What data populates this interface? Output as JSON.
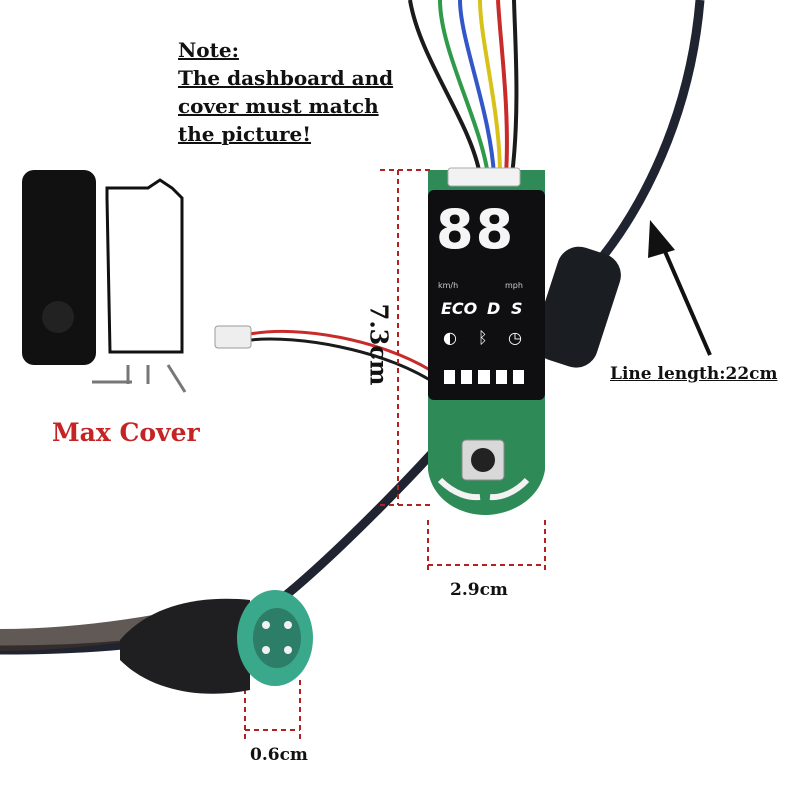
{
  "note": {
    "lines": [
      "Note:",
      "The dashboard and",
      "cover must match",
      "the picture!"
    ]
  },
  "cover_label": "Max Cover",
  "line_length_label": "Line length:22cm",
  "dimensions": {
    "height": "7.3cm",
    "width": "2.9cm",
    "plug": "0.6cm"
  },
  "display": {
    "digits": "88",
    "mode_eco": "ECO",
    "mode_d": "D",
    "mode_s": "S",
    "speed_unit_left": "km/h",
    "speed_unit_right": "mph"
  },
  "colors": {
    "pcb": "#2e8b57",
    "screen": "#111111",
    "connector": "#3aa88a",
    "label_red": "#c62424"
  }
}
